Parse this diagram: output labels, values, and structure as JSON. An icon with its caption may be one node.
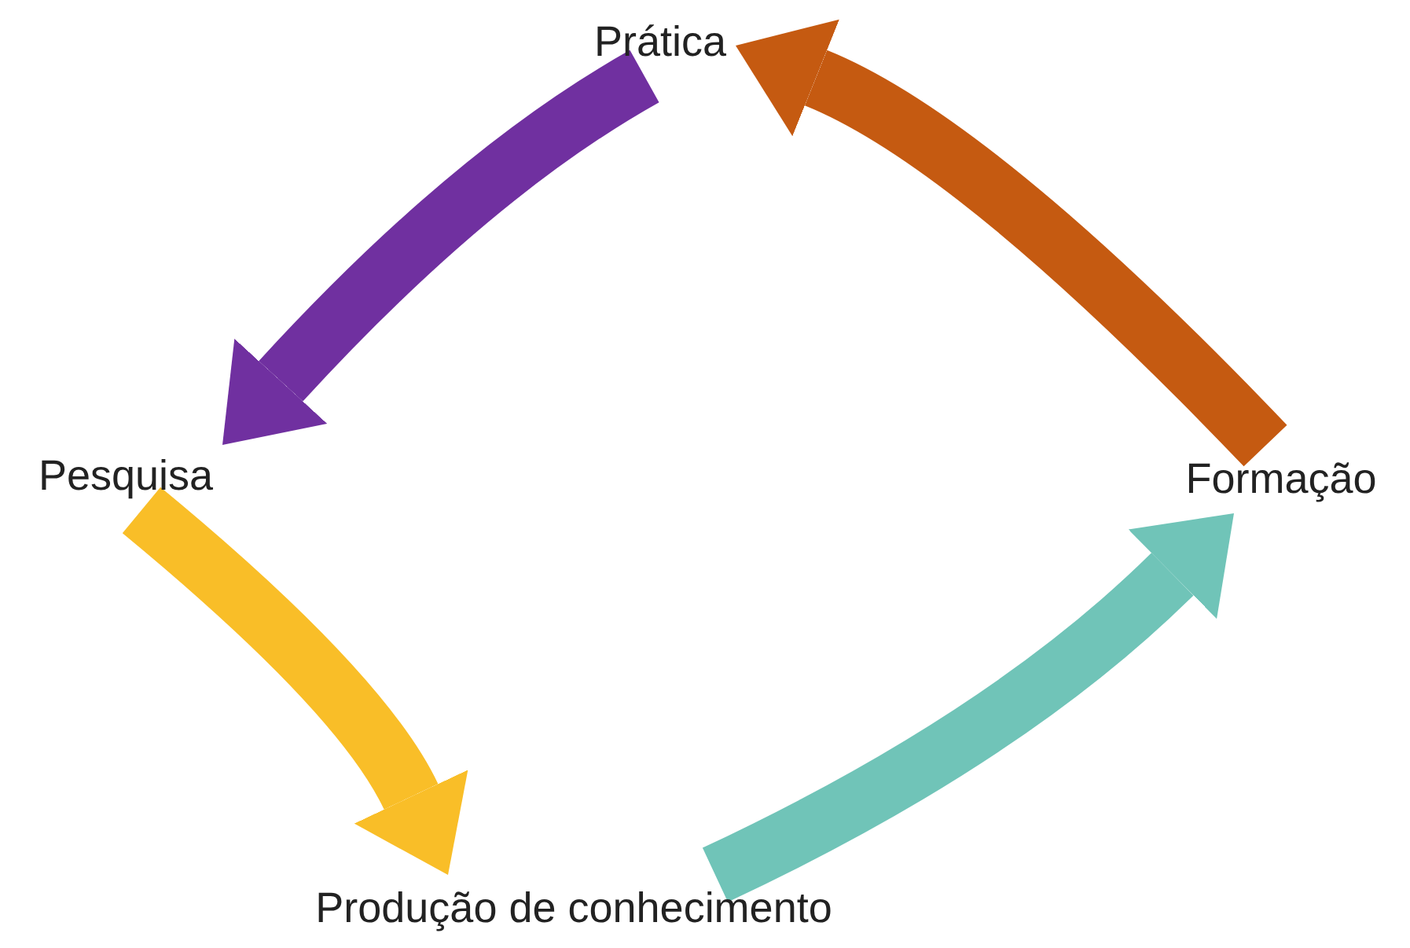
{
  "diagram": {
    "nodes": [
      {
        "text": [
          "Prática"
        ]
      },
      {
        "text": [
          "Formação"
        ]
      },
      {
        "text": [
          "Produção de conhecimento"
        ]
      },
      {
        "text": [
          "Pesquisa"
        ]
      }
    ],
    "edges": [
      {
        "from": 0,
        "to": 3,
        "arrow": "to",
        "color": "#7030a0"
      },
      {
        "from": 3,
        "to": 2,
        "arrow": "to",
        "color": "#f9be28"
      },
      {
        "from": 2,
        "to": 1,
        "arrow": "to",
        "color": "#70c4b8"
      },
      {
        "from": 1,
        "to": 0,
        "arrow": "to",
        "color": "#c55a11"
      }
    ]
  }
}
